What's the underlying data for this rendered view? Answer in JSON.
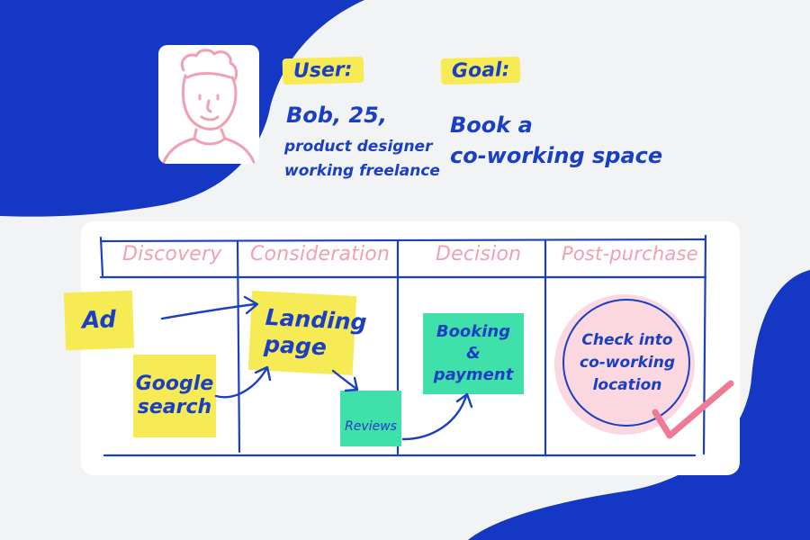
{
  "persona": {
    "user_tag": "User:",
    "goal_tag": "Goal:",
    "name": "Bob, 25,",
    "role_line1": "product designer",
    "role_line2": "working freelance",
    "goal_line1": "Book a",
    "goal_line2": "co-working space",
    "avatar_icon": "person-avatar-icon"
  },
  "stages": [
    "Discovery",
    "Consideration",
    "Decision",
    "Post-purchase"
  ],
  "touchpoints": {
    "ad": "Ad",
    "google_line1": "Google",
    "google_line2": "search",
    "landing_line1": "Landing",
    "landing_line2": "page",
    "reviews": "Reviews",
    "booking_line1": "Booking",
    "booking_line2": "& payment",
    "checkin_line1": "Check into",
    "checkin_line2": "co-working",
    "checkin_line3": "location"
  },
  "colors": {
    "background": "#f2f3f5",
    "blue": "#1437c4",
    "ink": "#1a3fc4",
    "yellow": "#f6ea55",
    "green": "#3fe0a9",
    "pink": "#f29fb3",
    "pink_fill": "#fbd8df"
  }
}
